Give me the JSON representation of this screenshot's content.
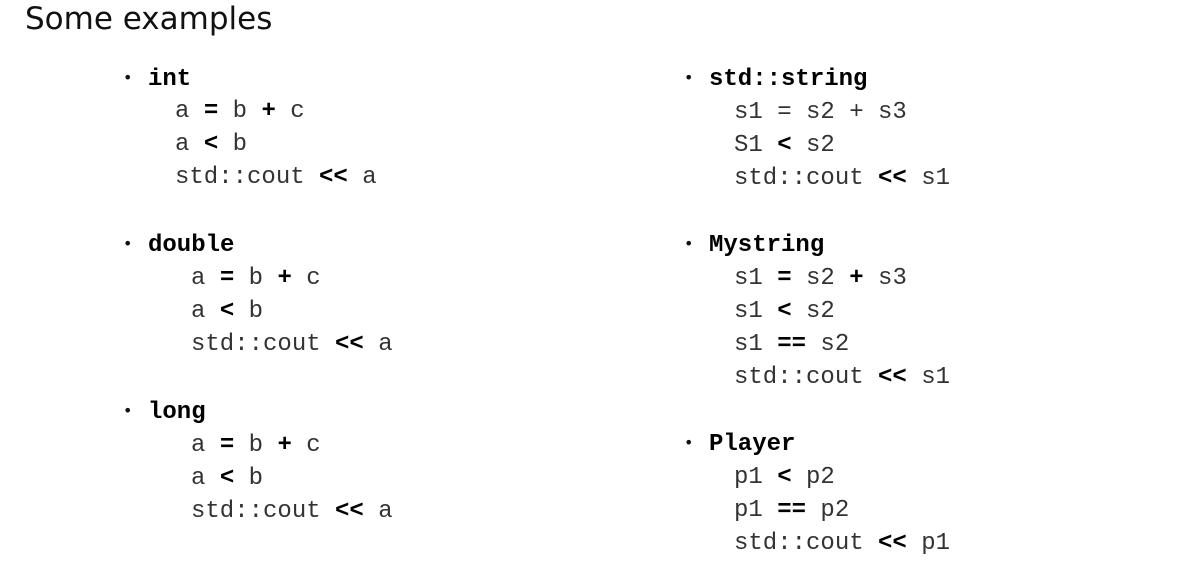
{
  "title": "Some examples",
  "left_column": [
    {
      "type": "int",
      "lines": [
        [
          {
            "t": "a "
          },
          {
            "t": "=",
            "b": true
          },
          {
            "t": " b "
          },
          {
            "t": "+",
            "b": true
          },
          {
            "t": " c"
          }
        ],
        [
          {
            "t": "a "
          },
          {
            "t": "<",
            "b": true
          },
          {
            "t": " b"
          }
        ],
        [
          {
            "t": "std::cout "
          },
          {
            "t": "<<",
            "b": true
          },
          {
            "t": " a"
          }
        ]
      ]
    },
    {
      "type": "double",
      "lines": [
        [
          {
            "t": "a "
          },
          {
            "t": "=",
            "b": true
          },
          {
            "t": " b "
          },
          {
            "t": "+",
            "b": true
          },
          {
            "t": " c"
          }
        ],
        [
          {
            "t": "a "
          },
          {
            "t": "<",
            "b": true
          },
          {
            "t": " b"
          }
        ],
        [
          {
            "t": "std::cout "
          },
          {
            "t": "<<",
            "b": true
          },
          {
            "t": " a"
          }
        ]
      ]
    },
    {
      "type": "long",
      "lines": [
        [
          {
            "t": "a "
          },
          {
            "t": "=",
            "b": true
          },
          {
            "t": " b "
          },
          {
            "t": "+",
            "b": true
          },
          {
            "t": " c"
          }
        ],
        [
          {
            "t": "a "
          },
          {
            "t": "<",
            "b": true
          },
          {
            "t": " b"
          }
        ],
        [
          {
            "t": "std::cout "
          },
          {
            "t": "<<",
            "b": true
          },
          {
            "t": " a"
          }
        ]
      ]
    }
  ],
  "right_column": [
    {
      "type": "std::string",
      "lines": [
        [
          {
            "t": "s1 = s2 + s3"
          }
        ],
        [
          {
            "t": "S1 "
          },
          {
            "t": "<",
            "b": true
          },
          {
            "t": " s2"
          }
        ],
        [
          {
            "t": "std::cout "
          },
          {
            "t": "<<",
            "b": true
          },
          {
            "t": " s1"
          }
        ]
      ]
    },
    {
      "type": "Mystring",
      "lines": [
        [
          {
            "t": "s1 "
          },
          {
            "t": "=",
            "b": true
          },
          {
            "t": " s2 "
          },
          {
            "t": "+",
            "b": true
          },
          {
            "t": " s3"
          }
        ],
        [
          {
            "t": "s1 "
          },
          {
            "t": "<",
            "b": true
          },
          {
            "t": " s2"
          }
        ],
        [
          {
            "t": "s1 "
          },
          {
            "t": "==",
            "b": true
          },
          {
            "t": " s2"
          }
        ],
        [
          {
            "t": "std::cout "
          },
          {
            "t": "<<",
            "b": true
          },
          {
            "t": " s1"
          }
        ]
      ]
    },
    {
      "type": "Player",
      "lines": [
        [
          {
            "t": "p1 "
          },
          {
            "t": "<",
            "b": true
          },
          {
            "t": " p2"
          }
        ],
        [
          {
            "t": "p1 "
          },
          {
            "t": "==",
            "b": true
          },
          {
            "t": " p2"
          }
        ],
        [
          {
            "t": "std::cout "
          },
          {
            "t": "<<",
            "b": true
          },
          {
            "t": " p1"
          }
        ]
      ]
    }
  ]
}
